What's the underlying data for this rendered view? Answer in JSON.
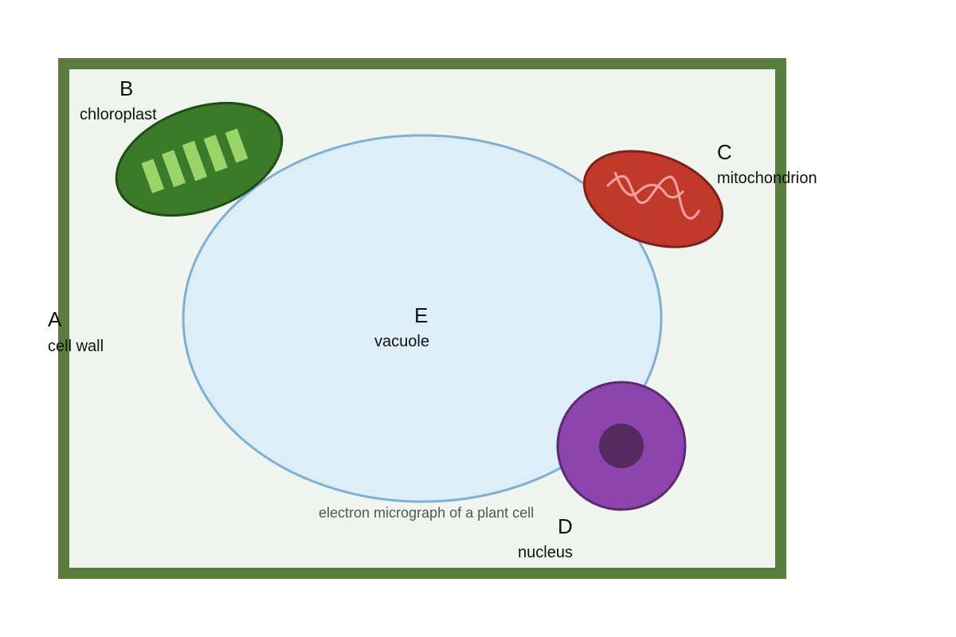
{
  "diagram": {
    "caption": "electron micrograph of a plant cell",
    "labels": {
      "cell_wall": {
        "letter": "A",
        "name": "cell wall"
      },
      "chloroplast": {
        "letter": "B",
        "name": "chloroplast"
      },
      "mitochondrion": {
        "letter": "C",
        "name": "mitochondrion"
      },
      "nucleus": {
        "letter": "D",
        "name": "nucleus"
      },
      "vacuole": {
        "letter": "E",
        "name": "vacuole"
      }
    },
    "colors": {
      "cell_wall": "#5a7d3e",
      "cytoplasm": "#f0f5ef",
      "vacuole_fill": "#deeef9",
      "vacuole_stroke": "#7fb0d4",
      "chloroplast_fill": "#3a7a28",
      "chloroplast_stroke": "#1f4d16",
      "thylakoid": "#9ad46a",
      "mitochondrion_fill": "#c0392b",
      "mitochondrion_stroke": "#7e2219",
      "cristae": "#f4a3a0",
      "nucleus_fill": "#8e44ad",
      "nucleus_stroke": "#5b2a72",
      "nucleolus": "#552a5e"
    }
  }
}
